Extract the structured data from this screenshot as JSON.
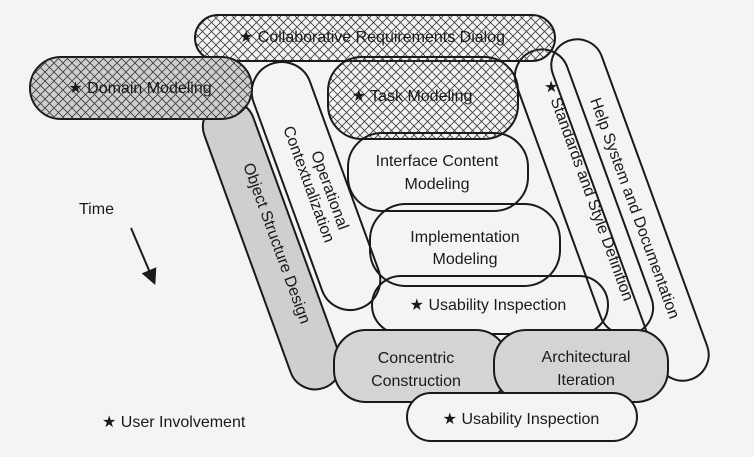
{
  "diagram": {
    "nodes": {
      "collab": {
        "label": "★ Collaborative Requirements Dialog"
      },
      "domain": {
        "label": "★ Domain Modeling"
      },
      "task": {
        "label": "★ Task Modeling"
      },
      "operational": {
        "line1": "Operational",
        "line2": "Contextualization"
      },
      "object_structure": {
        "label": "Object Structure Design"
      },
      "interface_content": {
        "line1": "Interface Content",
        "line2": "Modeling"
      },
      "implementation": {
        "line1": "Implementation",
        "line2": "Modeling"
      },
      "usability1": {
        "label": "★ Usability Inspection"
      },
      "standards": {
        "label": "★ Standards and Style Definition"
      },
      "help": {
        "label": "Help System and Documentation"
      },
      "concentric": {
        "line1": "Concentric",
        "line2": "Construction"
      },
      "architectural": {
        "line1": "Architectural",
        "line2": "Iteration"
      },
      "usability2": {
        "label": "★ Usability Inspection"
      }
    },
    "time_label": "Time",
    "legend": "★ User Involvement"
  },
  "colors": {
    "ink": "#1a1a1a",
    "shaded": "#cfcfcf",
    "background": "#f4f4f2"
  }
}
